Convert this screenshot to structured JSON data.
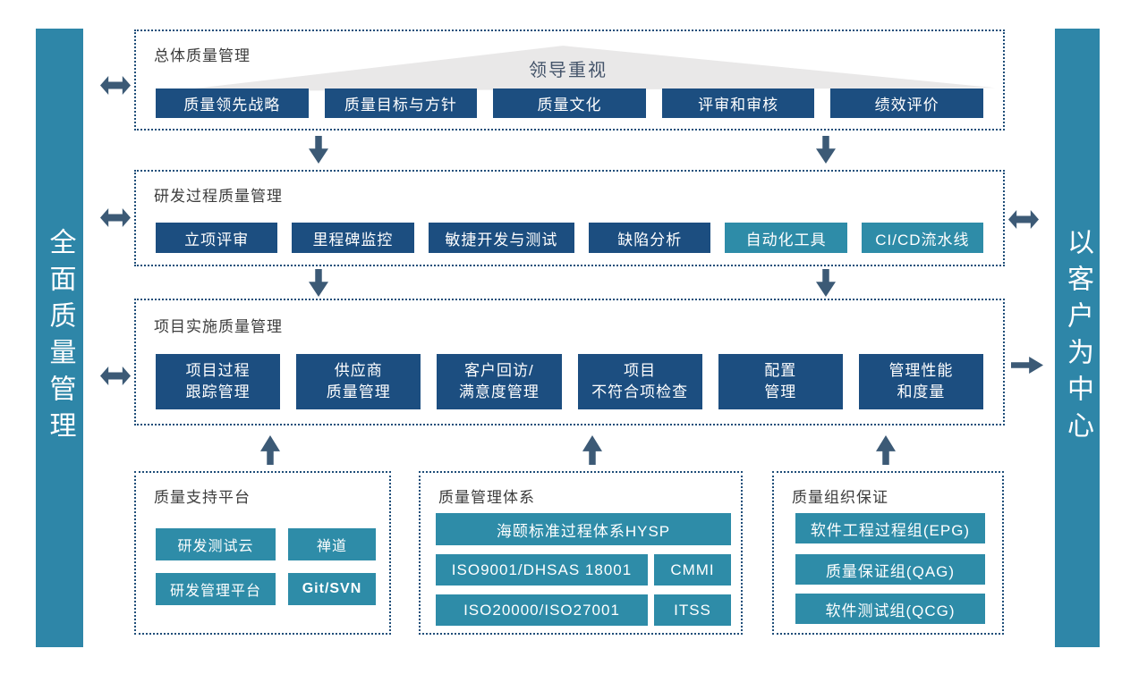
{
  "colors": {
    "navy_chip": "#1C4E80",
    "teal_chip": "#2E8CA8",
    "side_bar": "#2E86A8",
    "arrow": "#3C5A76",
    "dotted_border": "#1F4E79",
    "banner_triangle": "#E9E8E8",
    "banner_text": "#44546A"
  },
  "left_bar": {
    "label": "全面质量管理"
  },
  "right_bar": {
    "label": "以客户为中心"
  },
  "overall": {
    "title": "总体质量管理",
    "banner_label": "领导重视",
    "items": [
      "质量领先战略",
      "质量目标与方针",
      "质量文化",
      "评审和审核",
      "绩效评价"
    ]
  },
  "rd": {
    "title": "研发过程质量管理",
    "items": [
      "立项评审",
      "里程碑监控",
      "敏捷开发与测试",
      "缺陷分析",
      "自动化工具",
      "CI/CD流水线"
    ]
  },
  "project": {
    "title": "项目实施质量管理",
    "items": [
      "项目过程\n跟踪管理",
      "供应商\n质量管理",
      "客户回访/\n满意度管理",
      "项目\n不符合项检查",
      "配置\n管理",
      "管理性能\n和度量"
    ]
  },
  "platform": {
    "title": "质量支持平台",
    "items": [
      "研发测试云",
      "禅道",
      "研发管理平台",
      "Git/SVN"
    ]
  },
  "system": {
    "title": "质量管理体系",
    "wide_item": "海颐标准过程体系HYSP",
    "items": [
      "ISO9001/DHSAS 18001",
      "CMMI",
      "ISO20000/ISO27001",
      "ITSS"
    ]
  },
  "org": {
    "title": "质量组织保证",
    "items": [
      "软件工程过程组(EPG)",
      "质量保证组(QAG)",
      "软件测试组(QCG)"
    ]
  }
}
